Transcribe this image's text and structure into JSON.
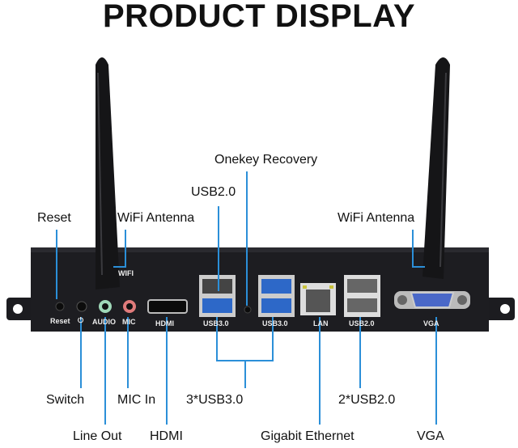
{
  "title": "PRODUCT DISPLAY",
  "accent_color": "#2b8fd8",
  "callouts": {
    "onekey_recovery": "Onekey Recovery",
    "usb20_top": "USB2.0",
    "reset": "Reset",
    "wifi_antenna_left": "WiFi Antenna",
    "wifi_antenna_right": "WiFi Antenna",
    "switch": "Switch",
    "mic_in": "MIC In",
    "usb30_count": "3*USB3.0",
    "usb20_count": "2*USB2.0",
    "line_out": "Line Out",
    "hdmi": "HDMI",
    "gigabit_ethernet": "Gigabit Ethernet",
    "vga": "VGA"
  },
  "panel_labels": {
    "wifi": "WIFI",
    "reset": "Reset",
    "power": "⏻",
    "audio": "AUDIO",
    "mic": "MIC",
    "hdmi": "HDMI",
    "usb30_a": "USB3.0",
    "usb30_b": "USB3.0",
    "lan": "LAN",
    "usb20": "USB2.0",
    "vga": "VGA"
  }
}
